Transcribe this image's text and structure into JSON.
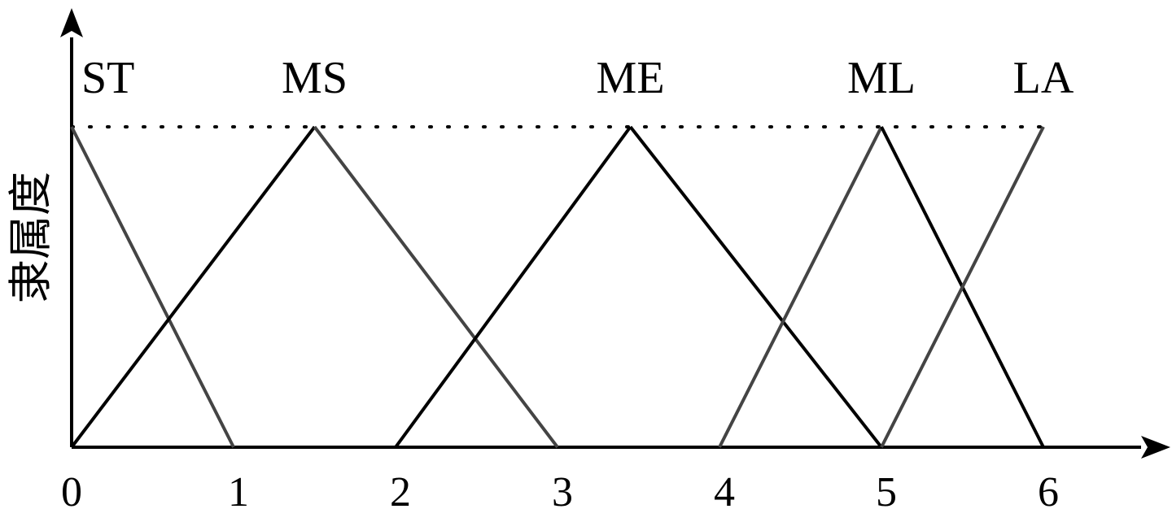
{
  "chart_data": {
    "type": "line",
    "title": "",
    "xlabel": "",
    "ylabel": "隶属度",
    "xlim": [
      0,
      6.7
    ],
    "ylim": [
      0,
      1.35
    ],
    "xticks": [
      "0",
      "1",
      "2",
      "3",
      "4",
      "5",
      "6"
    ],
    "xtick_values": [
      0,
      1,
      2,
      3,
      4,
      5,
      6
    ],
    "grid": false,
    "legend": "none",
    "peak_reference": {
      "y": 1,
      "style": "dotted",
      "from_x": 0,
      "to_x": 6
    },
    "series": [
      {
        "name": "ST",
        "x": [
          0,
          1
        ],
        "y": [
          1,
          0
        ],
        "color": "#444444"
      },
      {
        "name": "MS",
        "x": [
          0,
          1.5,
          3
        ],
        "y": [
          0,
          1,
          0
        ],
        "color": "#000000",
        "secondary_color": "#444444"
      },
      {
        "name": "ME",
        "x": [
          2,
          3.45,
          5
        ],
        "y": [
          0,
          1,
          0
        ],
        "color": "#000000"
      },
      {
        "name": "ML",
        "x": [
          4,
          5,
          6
        ],
        "y": [
          0,
          1,
          0
        ],
        "color": "#444444",
        "secondary_color": "#000000"
      },
      {
        "name": "LA",
        "x": [
          5,
          6
        ],
        "y": [
          0,
          1
        ],
        "color": "#444444"
      }
    ]
  }
}
